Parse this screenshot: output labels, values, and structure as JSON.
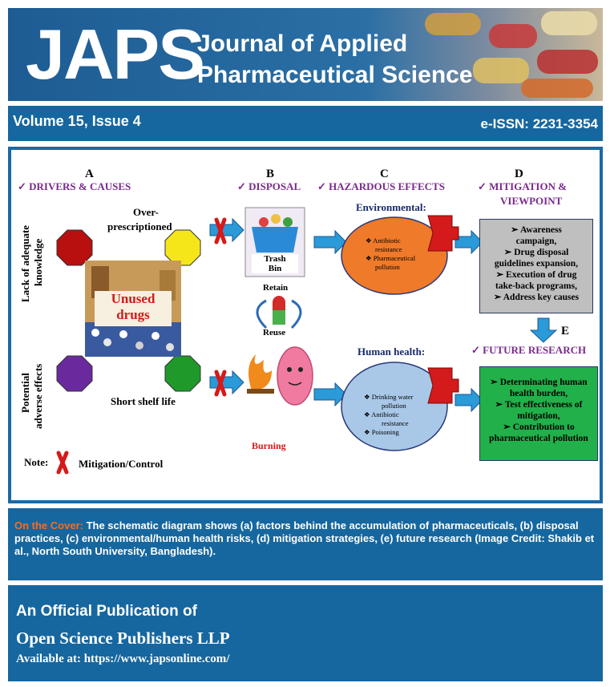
{
  "header": {
    "logo": "JAPS",
    "title_line1": "Journal of Applied",
    "title_line2": "Pharmaceutical Science"
  },
  "issue": {
    "volume": "Volume 15, Issue 4",
    "issn": "e-ISSN: 2231-3354"
  },
  "diagram": {
    "letters": {
      "a": "A",
      "b": "B",
      "c": "C",
      "d": "D",
      "e": "E"
    },
    "sections": {
      "drivers": "✓ DRIVERS & CAUSES",
      "disposal": "✓ DISPOSAL",
      "hazards": "✓ HAZARDOUS EFFECTS",
      "mitigation_line1": "✓ MITIGATION &",
      "mitigation_line2": "VIEWPOINT",
      "future": "✓ FUTURE RESEARCH"
    },
    "drivers": {
      "over_line1": "Over-",
      "over_line2": "prescriptioned",
      "lack_line1": "Lack of adequate",
      "lack_line2": "knowledge",
      "potential_line1": "Potential",
      "potential_line2": "adverse effects",
      "short_shelf": "Short shelf life",
      "center_line1": "Unused",
      "center_line2": "drugs"
    },
    "disposal": {
      "trash_line1": "Trash",
      "trash_line2": "Bin",
      "retain": "Retain",
      "reuse": "Reuse",
      "burning": "Burning"
    },
    "effects": {
      "environmental": "Environmental:",
      "env_items": [
        "Antibiotic",
        "resistance",
        "Pharmaceutical",
        "pollution"
      ],
      "human": "Human health:",
      "human_items": [
        "Drinking water",
        "pollution",
        "Antibiotic",
        "resistance",
        "Poisoning"
      ]
    },
    "mitigation_items": [
      "➢ Awareness",
      "campaign,",
      "➢ Drug disposal",
      "guidelines expansion,",
      "➢ Execution of drug",
      "take-back programs,",
      "➢ Address key causes"
    ],
    "future_items": [
      "➢ Determinating human",
      "health burden,",
      "➢ Test effectiveness of",
      "mitigation,",
      "➢ Contribution to",
      "pharmaceutical pollution"
    ],
    "note": {
      "label": "Note:",
      "text": "Mitigation/Control"
    }
  },
  "caption": {
    "label": "On the Cover:",
    "text": " The schematic diagram shows (a) factors behind the accumulation of pharmaceuticals, (b) disposal practices, (c) environmental/human health risks, (d) mitigation strategies, (e) future research (Image Credit: Shakib et al., North South University, Bangladesh)."
  },
  "footer": {
    "line1": "An Official Publication of",
    "line2": "Open Science Publishers LLP",
    "line3": "Available at: https://www.japsonline.com/"
  },
  "colors": {
    "brand_blue": "#16679f",
    "accent_orange": "#ff6a1a",
    "title_purple": "#7a2a8c"
  }
}
